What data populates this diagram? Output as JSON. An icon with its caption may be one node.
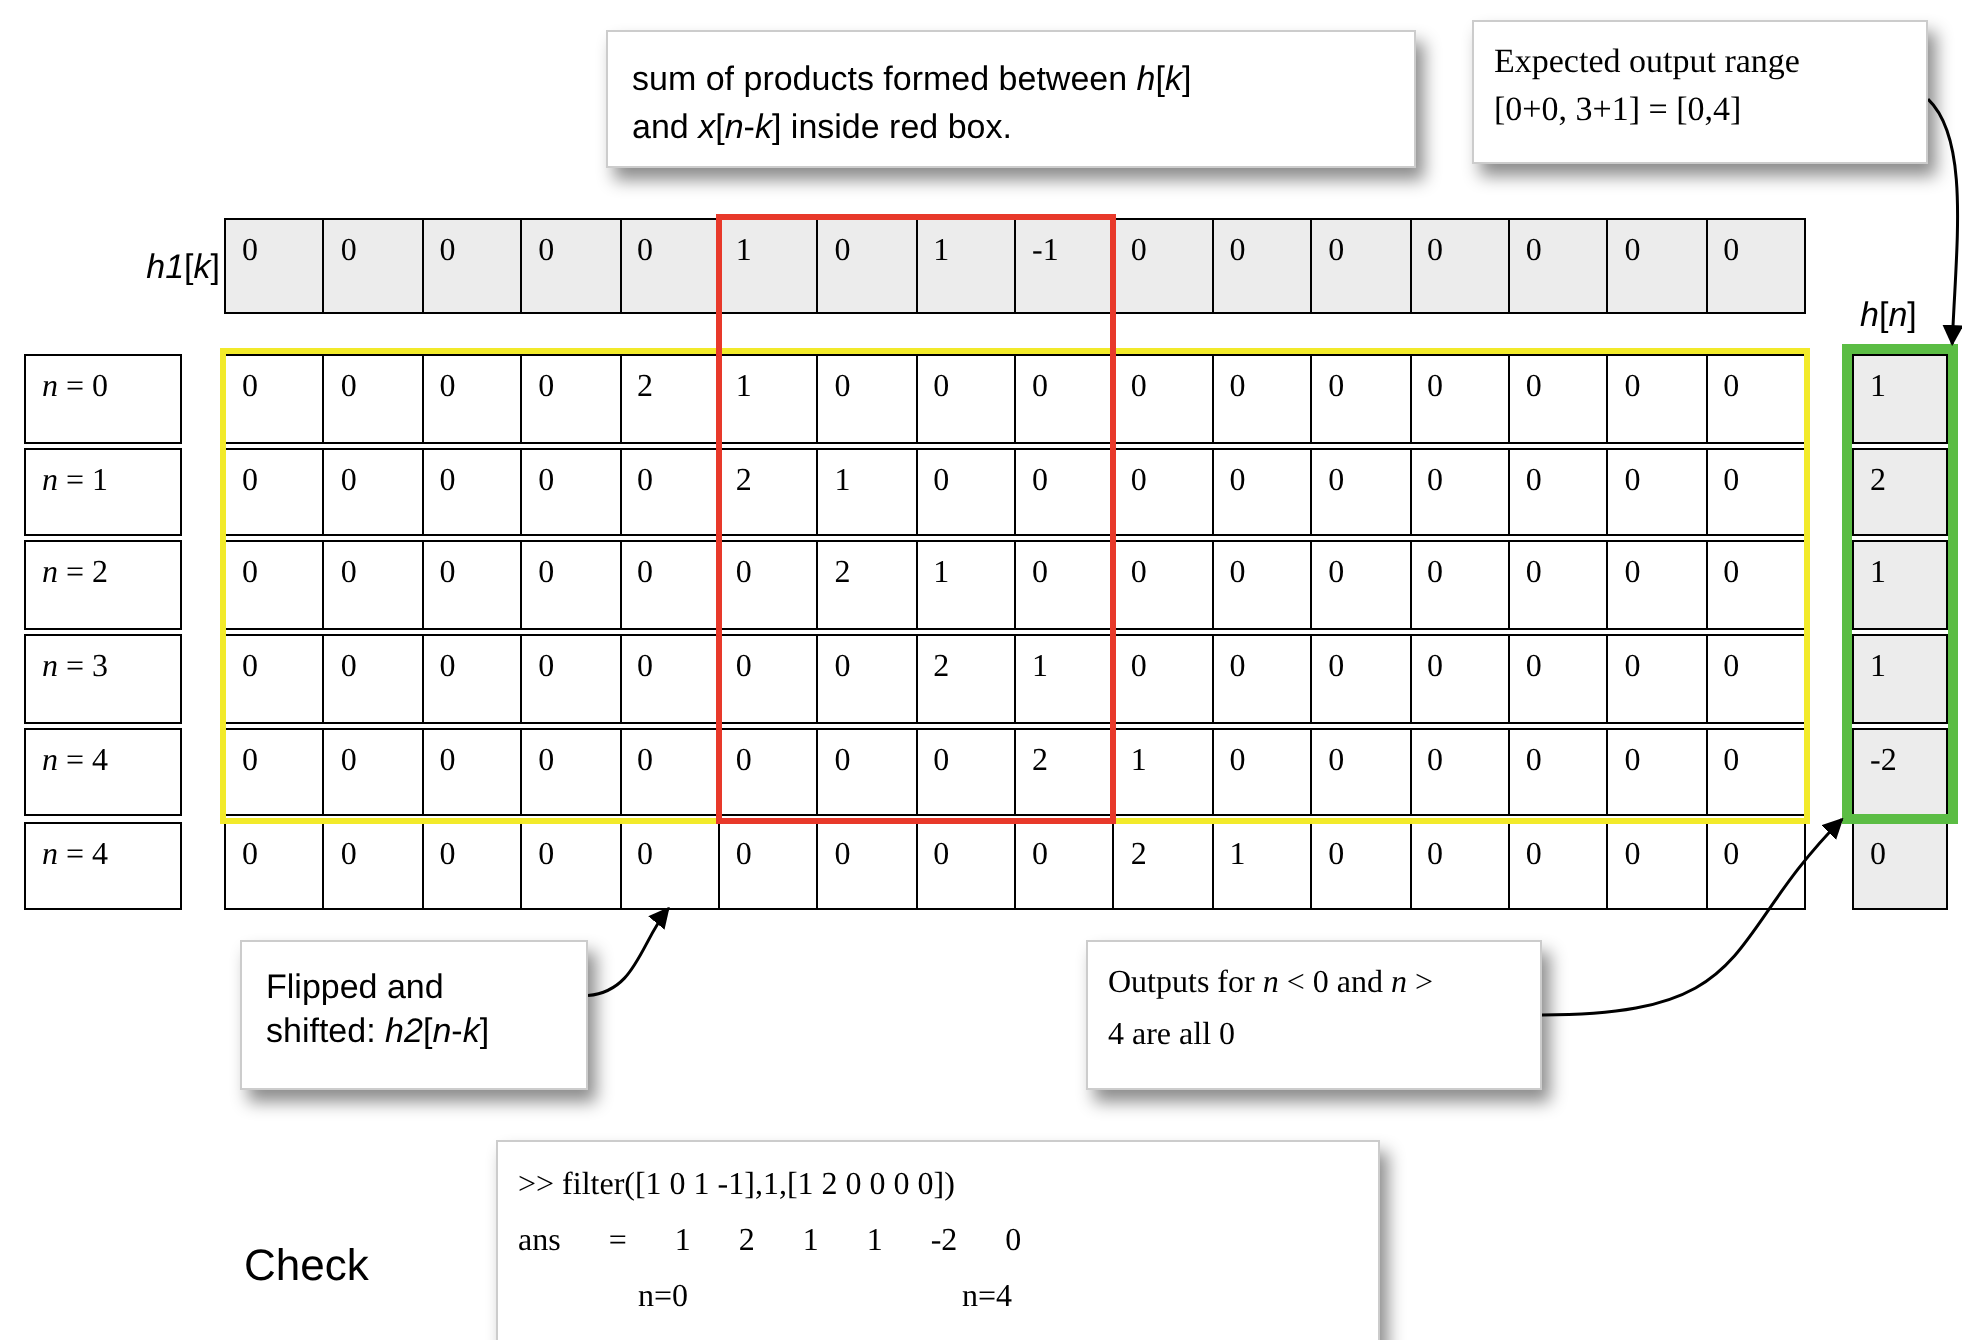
{
  "diagram": {
    "nodes": [
      {
        "text": [
          "sum of products formed between *h*[*k*] and *x*[*n*-*k*] inside red box."
        ]
      },
      {
        "text": [
          "Expected output range [0+0, 3+1] = [0,4]"
        ]
      },
      {
        "text": [],
        "shape": "box",
        "beside": [
          "*h*[*n*]"
        ]
      },
      {
        "text": [
          "Flipped and shifted: *h2*[*n*-*k*]"
        ]
      },
      {
        "text": [
          "Outputs  for *n* < 0 and *n* > 4 are all 0"
        ]
      },
      {
        "text": [
          ">> filter([1 0 1 -1],1,[1 2 0 0 0 0])",
          "ans = 1 2 1 1 -2 0",
          "n=0",
          "n=4"
        ]
      },
      {
        "text": [
          "0"
        ]
      }
    ],
    "edges": [
      {
        "from": 1,
        "to": 2,
        "arrow": "to"
      },
      {
        "from": 3,
        "to": 6,
        "arrow": "to"
      },
      {
        "from": 4,
        "to": 2,
        "arrow": "to"
      }
    ],
    "labels": [
      "*h1*[*k*]",
      "0",
      "0",
      "0",
      "0",
      "0",
      "1",
      "0",
      "1",
      "-1",
      "0",
      "0",
      "0",
      "0",
      "0",
      "0",
      "0",
      "*n* = 0",
      "0",
      "0",
      "0",
      "0",
      "2",
      "1",
      "0",
      "0",
      "0",
      "0",
      "0",
      "0",
      "0",
      "0",
      "0",
      "0",
      "1",
      "*n* = 1",
      "0",
      "0",
      "0",
      "0",
      "0",
      "2",
      "1",
      "0",
      "0",
      "0",
      "0",
      "0",
      "0",
      "0",
      "0",
      "0",
      "2",
      "*n* = 2",
      "0",
      "0",
      "0",
      "0",
      "0",
      "0",
      "2",
      "1",
      "0",
      "0",
      "0",
      "0",
      "0",
      "0",
      "0",
      "0",
      "1",
      "*n* = 3",
      "0",
      "0",
      "0",
      "0",
      "0",
      "0",
      "0",
      "2",
      "1",
      "0",
      "0",
      "0",
      "0",
      "0",
      "0",
      "0",
      "1",
      "*n* = 4",
      "0",
      "0",
      "0",
      "0",
      "0",
      "0",
      "0",
      "0",
      "2",
      "1",
      "0",
      "0",
      "0",
      "0",
      "0",
      "0",
      "-2",
      "*n* = 4",
      "0",
      "0",
      "0",
      "0",
      "0",
      "0",
      "0",
      "0",
      "2",
      "1",
      "0",
      "0",
      "0",
      "0",
      "0",
      "0",
      "Check"
    ]
  }
}
